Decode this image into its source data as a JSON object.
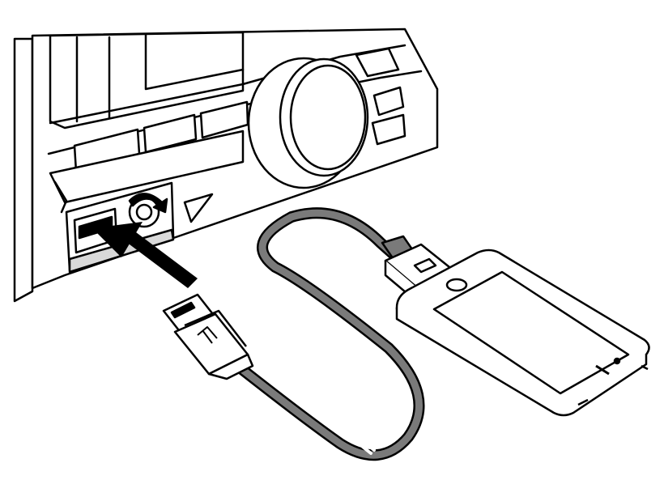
{
  "illustration": {
    "subject": "usb-cable-connection",
    "parts": [
      "head-unit",
      "volume-knob",
      "usb-port",
      "usb-connector",
      "cable",
      "dock-connector",
      "smartphone"
    ],
    "colors": {
      "line": "#000000",
      "fill": "#ffffff",
      "cable": "#7a7a7a",
      "shade": "#d9d9d9"
    }
  }
}
